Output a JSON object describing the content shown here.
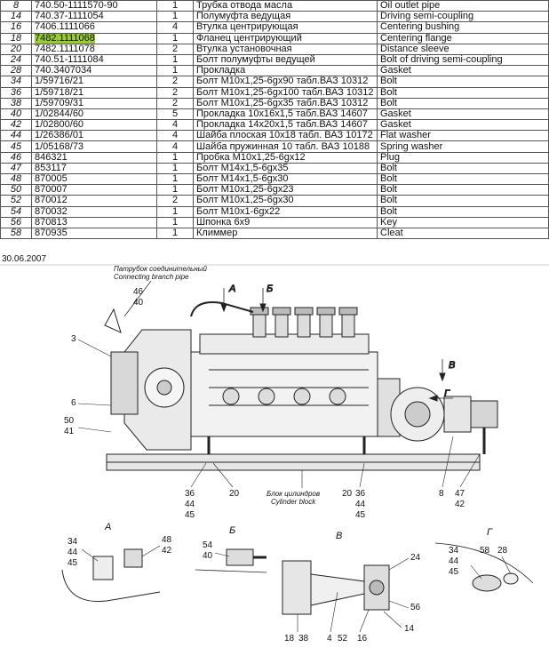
{
  "parts": [
    {
      "pos": "8",
      "num": "740.50-1111570-90",
      "qty": "1",
      "ru": "Трубка отвода масла",
      "en": "Oil outlet pipe",
      "hl": false
    },
    {
      "pos": "14",
      "num": "740.37-1111054",
      "qty": "1",
      "ru": "Полумуфта ведущая",
      "en": "Driving semi-coupling",
      "hl": false
    },
    {
      "pos": "16",
      "num": "7406.1111066",
      "qty": "4",
      "ru": "Втулка центрирующая",
      "en": "Centering bushing",
      "hl": false
    },
    {
      "pos": "18",
      "num": "7482.1111068",
      "qty": "1",
      "ru": "Фланец центрирующий",
      "en": "Centering flange",
      "hl": true
    },
    {
      "pos": "20",
      "num": "7482.1111078",
      "qty": "2",
      "ru": "Втулка установочная",
      "en": "Distance sleeve",
      "hl": false
    },
    {
      "pos": "24",
      "num": "740.51-1111084",
      "qty": "1",
      "ru": "Болт полумуфты ведущей",
      "en": "Bolt of driving semi-coupling",
      "hl": false
    },
    {
      "pos": "28",
      "num": "740.3407034",
      "qty": "1",
      "ru": "Прокладка",
      "en": "Gasket",
      "hl": false
    },
    {
      "pos": "34",
      "num": "1/59716/21",
      "qty": "2",
      "ru": "Болт М10х1,25-6gх90 табл.ВАЗ 10312",
      "en": "Bolt",
      "hl": false
    },
    {
      "pos": "36",
      "num": "1/59718/21",
      "qty": "2",
      "ru": "Болт М10х1,25-6gх100 табл.ВАЗ 10312",
      "en": "Bolt",
      "hl": false
    },
    {
      "pos": "38",
      "num": "1/59709/31",
      "qty": "2",
      "ru": "Болт М10х1,25-6gх35 табл.ВАЗ 10312",
      "en": "Bolt",
      "hl": false
    },
    {
      "pos": "40",
      "num": "1/02844/60",
      "qty": "5",
      "ru": "Прокладка 10х16х1,5 табл.ВАЗ 14607",
      "en": "Gasket",
      "hl": false
    },
    {
      "pos": "42",
      "num": "1/02800/60",
      "qty": "4",
      "ru": "Прокладка 14х20х1,5 табл.ВАЗ 14607",
      "en": "Gasket",
      "hl": false
    },
    {
      "pos": "44",
      "num": "1/26386/01",
      "qty": "4",
      "ru": "Шайба плоская 10х18 табл. ВАЗ 10172",
      "en": "Flat washer",
      "hl": false
    },
    {
      "pos": "45",
      "num": "1/05168/73",
      "qty": "4",
      "ru": "Шайба пружинная 10 табл. ВАЗ 10188",
      "en": "Spring washer",
      "hl": false
    },
    {
      "pos": "46",
      "num": "846321",
      "qty": "1",
      "ru": "Пробка М10х1,25-6gх12",
      "en": "Plug",
      "hl": false
    },
    {
      "pos": "47",
      "num": "853117",
      "qty": "1",
      "ru": "Болт М14х1,5-6gх35",
      "en": "Bolt",
      "hl": false
    },
    {
      "pos": "48",
      "num": "870005",
      "qty": "1",
      "ru": "Болт М14х1,5-6gх30",
      "en": "Bolt",
      "hl": false
    },
    {
      "pos": "50",
      "num": "870007",
      "qty": "1",
      "ru": "Болт М10х1,25-6gх23",
      "en": "Bolt",
      "hl": false
    },
    {
      "pos": "52",
      "num": "870012",
      "qty": "2",
      "ru": "Болт М10х1,25-6gх30",
      "en": "Bolt",
      "hl": false
    },
    {
      "pos": "54",
      "num": "870032",
      "qty": "1",
      "ru": "Болт М10х1-6gх22",
      "en": "Bolt",
      "hl": false
    },
    {
      "pos": "56",
      "num": "870813",
      "qty": "1",
      "ru": "Шпонка 6х9",
      "en": "Key",
      "hl": false
    },
    {
      "pos": "58",
      "num": "870935",
      "qty": "1",
      "ru": "Климмер",
      "en": "Cleat",
      "hl": false
    }
  ],
  "date": "30.06.2007",
  "drawing": {
    "pipe_ru": "Патрубок соединительный",
    "pipe_en": "Connecting branch pipe",
    "block_ru": "Блок цилиндров",
    "block_en": "Cylinder block",
    "view_a": "А",
    "view_b": "Б",
    "view_v": "В",
    "view_g": "Г",
    "callouts": {
      "c46": "46",
      "c40a": "40",
      "c3": "3",
      "c6": "6",
      "c50": "50",
      "c41": "41",
      "c36l": "36",
      "c44l": "44",
      "c45l": "45",
      "c20l": "20",
      "c20r": "20",
      "c36r": "36",
      "c44r": "44",
      "c45r": "45",
      "c8": "8",
      "c47": "47",
      "c42": "42",
      "a34": "34",
      "a44": "44",
      "a45": "45",
      "a48": "48",
      "a42": "42",
      "b54": "54",
      "b40": "40",
      "v24": "24",
      "v56": "56",
      "v14": "14",
      "v18": "18",
      "v38": "38",
      "v4": "4",
      "v52": "52",
      "v16": "16",
      "g34": "34",
      "g44": "44",
      "g45": "45",
      "g58": "58",
      "g28": "28"
    }
  }
}
